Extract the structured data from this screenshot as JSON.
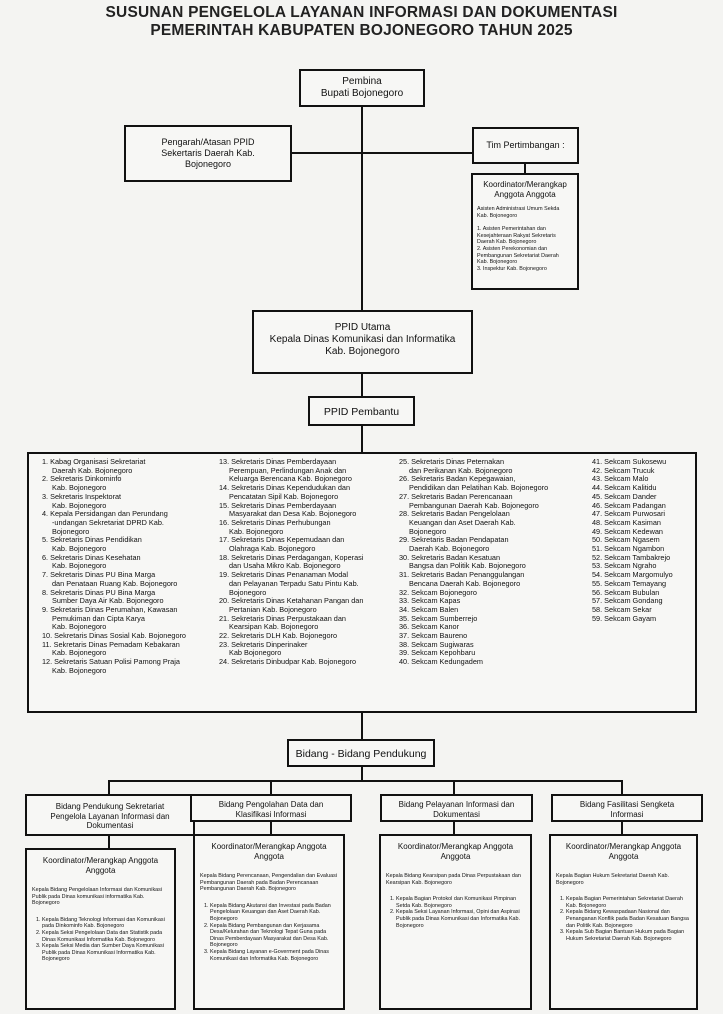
{
  "title": {
    "line1": "SUSUNAN PENGELOLA LAYANAN INFORMASI DAN DOKUMENTASI",
    "line2": "PEMERINTAH KABUPATEN BOJONEGORO TAHUN 2025"
  },
  "pembina": {
    "role": "Pembina",
    "name": "Bupati Bojonegoro"
  },
  "pengarah": {
    "role": "Pengarah/Atasan PPID",
    "name": "Sekertaris Daerah Kab. Bojonegoro"
  },
  "tim_pertimbangan": {
    "label": "Tim Pertimbangan :",
    "box_title": "Koordinator/Merangkap Anggota Anggota",
    "coordinator": "Asisten Administrasi Umum Sekda Kab. Bojonegoro",
    "members": [
      "1. Asisten Pemerintahan dan Kesejahteraan Rakyat Sekretaris Daerah Kab. Bojonegoro",
      "2. Asisten Perekonomian dan Pembangunan Sekretariat Daerah Kab. Bojonegoro",
      "3. Inspektur Kab. Bojonegoro"
    ]
  },
  "ppid_utama": {
    "title": "PPID Utama",
    "line2": "Kepala Dinas Komunikasi dan Informatika",
    "line3": "Kab. Bojonegoro"
  },
  "ppid_pembantu": {
    "title": "PPID Pembantu",
    "columns": [
      [
        "1. Kabag Organisasi Sekretariat",
        "Daerah Kab. Bojonegoro",
        "2. Sekretaris Dinkominfo",
        "Kab. Bojonegoro",
        "3. Sekretaris Inspektorat",
        "Kab. Bojonegoro",
        "4. Kepala Persidangan dan Perundang",
        "-undangan Sekretariat DPRD Kab.",
        "Bojonegoro",
        "5. Sekretaris Dinas Pendidikan",
        "Kab. Bojonegoro",
        "6. Sekretaris Dinas Kesehatan",
        "Kab. Bojonegoro",
        "7. Sekretaris Dinas PU Bina Marga",
        "dan Penataan Ruang Kab. Bojonegoro",
        "8. Sekretaris Dinas PU Bina Marga",
        "Sumber Daya Air Kab. Bojonegoro",
        "9. Sekretaris Dinas Perumahan, Kawasan",
        "Pemukiman dan Cipta Karya",
        "Kab. Bojonegoro",
        "10. Sekretaris Dinas Sosial Kab. Bojonegoro",
        "11. Sekretaris Dinas Pemadam Kebakaran",
        "Kab. Bojonegoro",
        "12. Sekretaris Satuan Polisi Pamong Praja",
        "Kab. Bojonegoro"
      ],
      [
        "13. Sekretaris Dinas Pemberdayaan",
        "Perempuan, Perlindungan Anak dan",
        "Keluarga Berencana Kab. Bojonegoro",
        "14. Sekretaris Dinas Kependudukan dan",
        "Pencatatan Sipil Kab. Bojonegoro",
        "15. Sekretaris Dinas Pemberdayaan",
        "Masyarakat dan Desa Kab. Bojonegoro",
        "16. Sekretaris Dinas Perhubungan",
        "Kab. Bojonegoro",
        "17. Sekretaris Dinas Kepemudaan dan",
        "Olahraga Kab. Bojonegoro",
        "18. Sekretaris Dinas Perdagangan, Koperasi",
        "dan Usaha Mikro Kab. Bojonegoro",
        "19. Sekretaris Dinas Penanaman Modal",
        "dan Pelayanan Terpadu Satu Pintu Kab.",
        "Bojonegoro",
        "20. Sekretaris Dinas Ketahanan Pangan dan",
        "Pertanian Kab. Bojonegoro",
        "21. Sekretaris Dinas Perpustakaan dan",
        "Kearsipan Kab. Bojonegoro",
        "22. Sekretaris DLH Kab. Bojonegoro",
        "23. Sekretaris Dinperinaker",
        "Kab Bojonegoro",
        "24. Sekretaris Dinbudpar Kab. Bojonegoro"
      ],
      [
        "25. Sekretaris Dinas Peternakan",
        "dan Perikanan Kab. Bojonegoro",
        "26. Sekretaris Badan Kepegawaian,",
        "Pendidikan dan Pelatihan Kab. Bojonegoro",
        "27. Sekretaris Badan Perencanaan",
        "Pembangunan Daerah Kab. Bojonegoro",
        "28. Sekretaris Badan Pengelolaan",
        "Keuangan dan Aset Daerah Kab.",
        "Bojonegoro",
        "29. Sekretaris Badan Pendapatan",
        "Daerah Kab. Bojonegoro",
        "30. Sekretaris Badan Kesatuan",
        "Bangsa dan Politik Kab. Bojonegoro",
        "31. Sekretaris Badan Penanggulangan",
        "Bencana Daerah Kab. Bojonegoro",
        "32. Sekcam Bojonegoro",
        "33. Sekcam Kapas",
        "34. Sekcam Balen",
        "35. Sekcam Sumberrejo",
        "36. Sekcam Kanor",
        "37. Sekcam Baureno",
        "38. Sekcam Sugiwaras",
        "39. Sekcam Kepohbaru",
        "40. Sekcam Kedungadem"
      ],
      [
        "41. Sekcam Sukosewu",
        "42. Sekcam Trucuk",
        "43. Sekcam Malo",
        "44. Sekcam Kalitidu",
        "45. Sekcam Dander",
        "46. Sekcam Padangan",
        "47. Sekcam Purwosari",
        "48. Sekcam Kasiman",
        "49. Sekcam Kedewan",
        "50. Sekcam Ngasem",
        "51. Sekcam Ngambon",
        "52. Sekcam Tambakrejo",
        "53. Sekcam Ngraho",
        "54. Sekcam Margomulyo",
        "55. Sekcam Temayang",
        "56. Sekcam Bubulan",
        "57. Sekcam Gondang",
        "58. Sekcam Sekar",
        "59. Sekcam Gayam"
      ]
    ]
  },
  "bidang_pendukung": {
    "title": "Bidang - Bidang Pendukung",
    "units": [
      {
        "name": "Bidang Pendukung Sekretariat Pengelola Layanan Informasi dan Dokumentasi",
        "box_title": "Koordinator/Merangkap Anggota Anggota",
        "coordinator": "Kepala Bidang Pengelolaan Informasi dan Komunikasi Publik pada Dinas komunikasi informatika Kab. Bojonegoro",
        "members": [
          "Kepala Bidang Teknologi Informasi dan Komunikasi pada Dinkominfo Kab. Bojonegoro",
          "Kepala Seksi Pengelolaan Data dan Statistik pada Dinas Komunikasi Informatika Kab. Bojonegoro",
          "Kepala Seksi Media dan Sumber Daya Komunikasi Publik pada Dinas Komunikasi Informatika Kab. Bojonegoro"
        ]
      },
      {
        "name": "Bidang Pengolahan Data dan Klasifikasi Informasi",
        "box_title": "Koordinator/Merangkap Anggota Anggota",
        "coordinator": "Kepala Bidang Perencanaan, Pengendalian dan Evaluasi Pembangunan Daerah pada Badan Perencanaan Pembangunan Daerah Kab. Bojonegoro",
        "members": [
          "Kepala Bidang Akutansi dan Investasi pada Badan Pengelolaan Keuangan dan Aset Daerah Kab. Bojonegoro",
          "Kepala Bidang Pembangunan dan Kerjasama Desa/Kelurahan dan Teknologi Tepat Guna pada Dinas Pemberdayaan Masyarakat dan Desa Kab. Bojonegoro",
          "Kepala Bidang Layanan e-Goverment pada Dinas Komunikasi dan Informatika Kab. Bojonegoro"
        ]
      },
      {
        "name": "Bidang Pelayanan Informasi dan Dokumentasi",
        "box_title": "Koordinator/Merangkap Anggota Anggota",
        "coordinator": "Kepala Bidang Kearsipan pada Dinas Perpustakaan dan Kearsipan Kab. Bojonegoro",
        "members": [
          "Kepala Bagian Protokol dan Komunikasi Pimpinan Setda Kab. Bojonegoro",
          "Kepala Seksi Layanan Informasi, Opini dan Aspirasi Publik pada Dinas Komunikasi dan Informatika Kab. Bojonegoro"
        ]
      },
      {
        "name": "Bidang Fasilitasi Sengketa Informasi",
        "box_title": "Koordinator/Merangkap Anggota Anggota",
        "coordinator": "Kepala Bagian Hukum Sekretariat Daerah Kab. Bojonegoro",
        "members": [
          "Kepala Bagian Pemerintahan Sekretariat Daerah Kab. Bojonegoro",
          "Kepala Bidang Kewaspadaan Nasional dan Penanganan Konflik pada Badan Kesatuan Bangsa dan Politik Kab. Bojonegoro",
          "Kepala Sub Bagian Bantuan Hukum pada Bagian Hukum Sekretariat Daerah Kab. Bojonegoro"
        ]
      }
    ]
  }
}
